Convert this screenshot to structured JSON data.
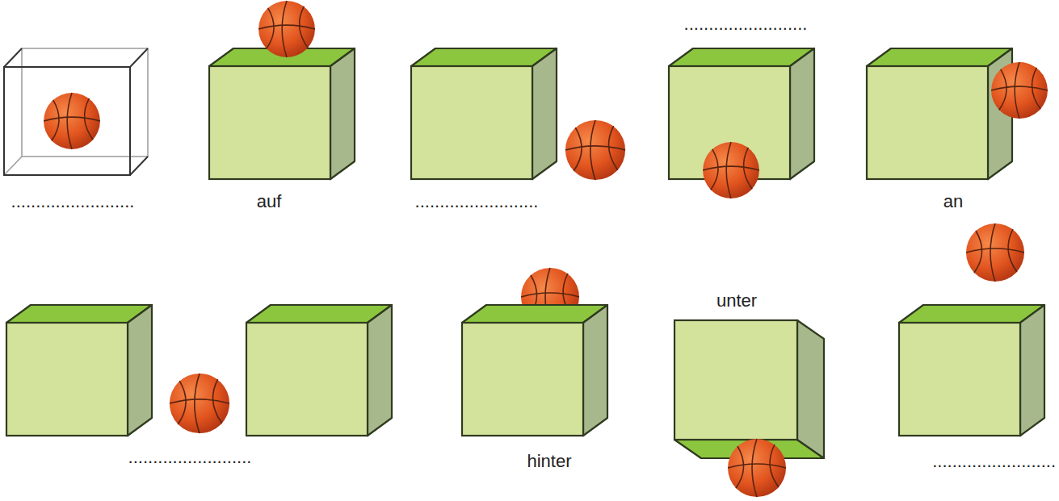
{
  "diagram": {
    "labels": [
      ".........................",
      "auf",
      ".........................",
      ".........................",
      "an",
      ".........................",
      "hinter",
      "unter",
      "........................."
    ]
  }
}
